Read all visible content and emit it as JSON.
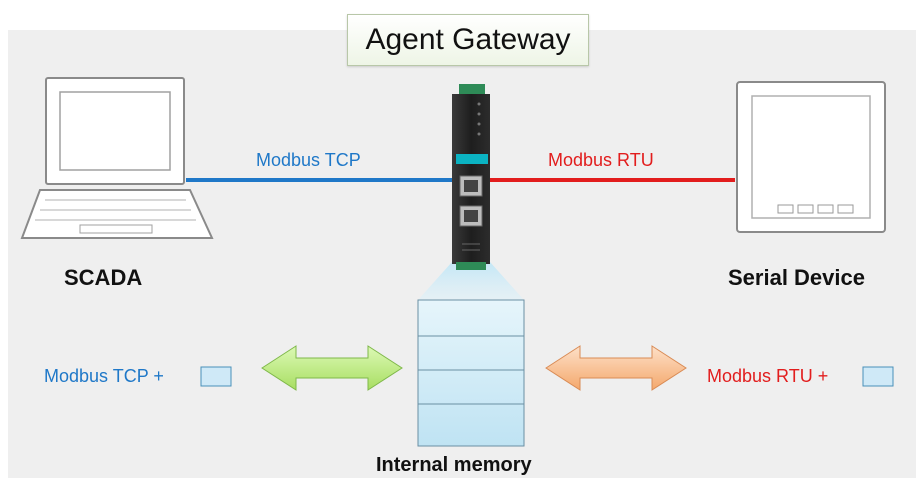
{
  "title": "Agent Gateway",
  "left_device": {
    "label": "SCADA"
  },
  "right_device": {
    "label": "Serial Device"
  },
  "links": {
    "left_protocol": "Modbus TCP",
    "right_protocol": "Modbus RTU"
  },
  "memory": {
    "label": "Internal memory",
    "left_caption": "Modbus TCP +",
    "right_caption": "Modbus RTU +"
  },
  "colors": {
    "tcp": "#1f78c8",
    "rtu": "#e21d1d",
    "green_arrow": "#c6f08e",
    "orange_arrow": "#f8c49a",
    "memory_fill": "#d6eef8"
  }
}
